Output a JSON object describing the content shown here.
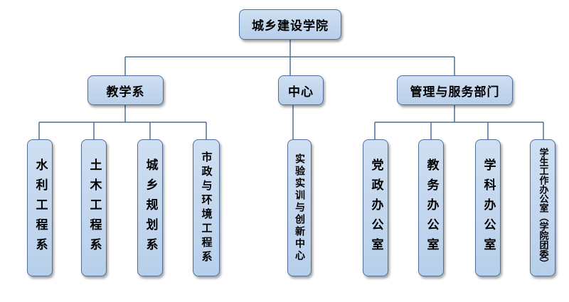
{
  "root": {
    "label": "城乡建设学院"
  },
  "branches": [
    {
      "label": "教学系",
      "children": [
        "水利工程系",
        "土木工程系",
        "城乡规划系",
        "市政与环境工程系"
      ]
    },
    {
      "label": "中心",
      "children": [
        "实验实训与创新中心"
      ]
    },
    {
      "label": "管理与服务部门",
      "children": [
        "党政办公室",
        "教务办公室",
        "学科办公室",
        "学生工作办公室（学院团委）"
      ]
    }
  ],
  "colors": {
    "box_fill": "#c4d7ee",
    "box_border": "#4f6f99",
    "line": "#4f6f99"
  }
}
